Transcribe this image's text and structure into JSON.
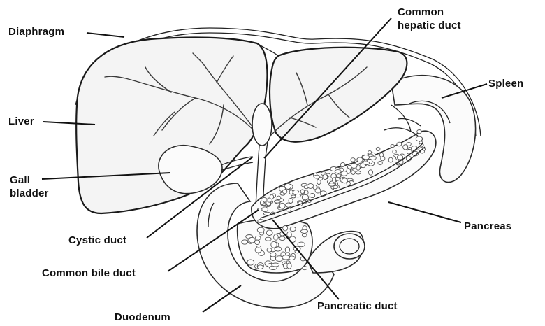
{
  "labels": {
    "diaphragm": "Diaphragm",
    "common_hepatic_duct": "Common\nhepatic duct",
    "spleen": "Spleen",
    "liver": "Liver",
    "gall_bladder": "Gall\nbladder",
    "pancreas": "Pancreas",
    "cystic_duct": "Cystic duct",
    "common_bile_duct": "Common bile duct",
    "pancreatic_duct": "Pancreatic duct",
    "duodenum": "Duodenum"
  }
}
